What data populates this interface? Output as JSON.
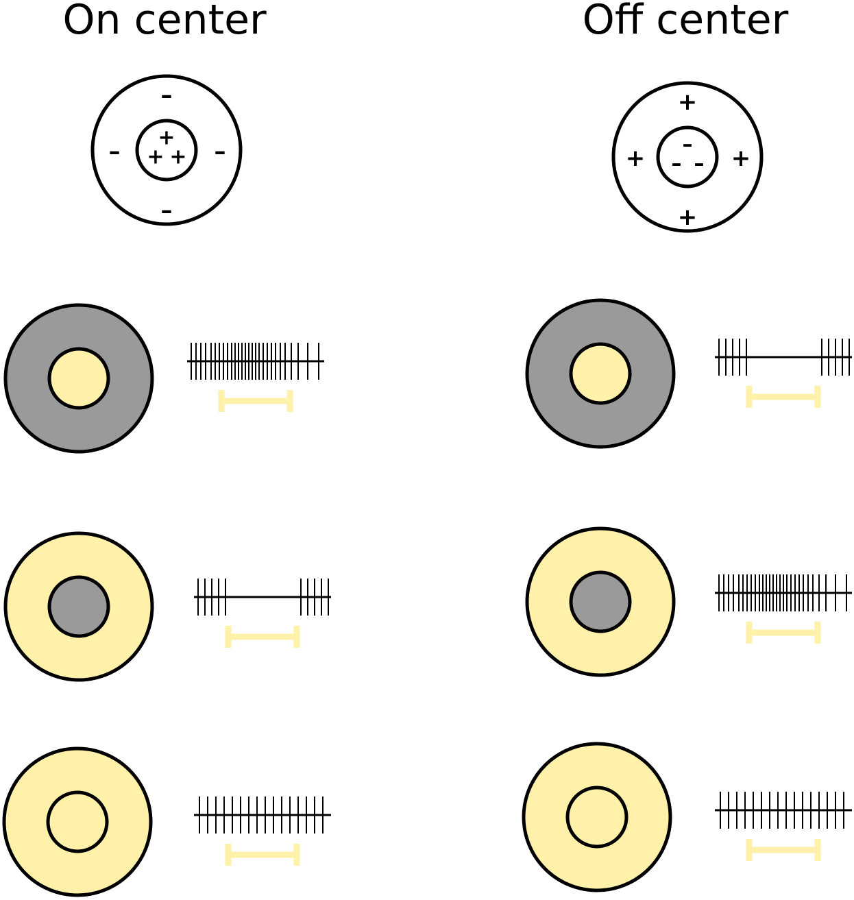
{
  "titles": {
    "on_center": "On center",
    "off_center": "Off center"
  },
  "signs": {
    "plus": "+",
    "minus": "–"
  },
  "colors": {
    "light": "#FFF0AA",
    "dark": "#9A9A9A",
    "unlit": "#FFFFFF",
    "stroke": "#000000"
  },
  "receptive_fields": [
    {
      "column": "on_center",
      "center_sign": "plus",
      "surround_sign": "minus"
    },
    {
      "column": "off_center",
      "center_sign": "minus",
      "surround_sign": "plus"
    }
  ],
  "stimulus_conditions": [
    {
      "column": "on_center",
      "center": "light",
      "surround": "dark",
      "response": "high"
    },
    {
      "column": "on_center",
      "center": "dark",
      "surround": "light",
      "response": "low"
    },
    {
      "column": "on_center",
      "center": "light",
      "surround": "light",
      "response": "baseline"
    },
    {
      "column": "off_center",
      "center": "light",
      "surround": "dark",
      "response": "low"
    },
    {
      "column": "off_center",
      "center": "dark",
      "surround": "light",
      "response": "high"
    },
    {
      "column": "off_center",
      "center": "light",
      "surround": "light",
      "response": "baseline"
    }
  ]
}
